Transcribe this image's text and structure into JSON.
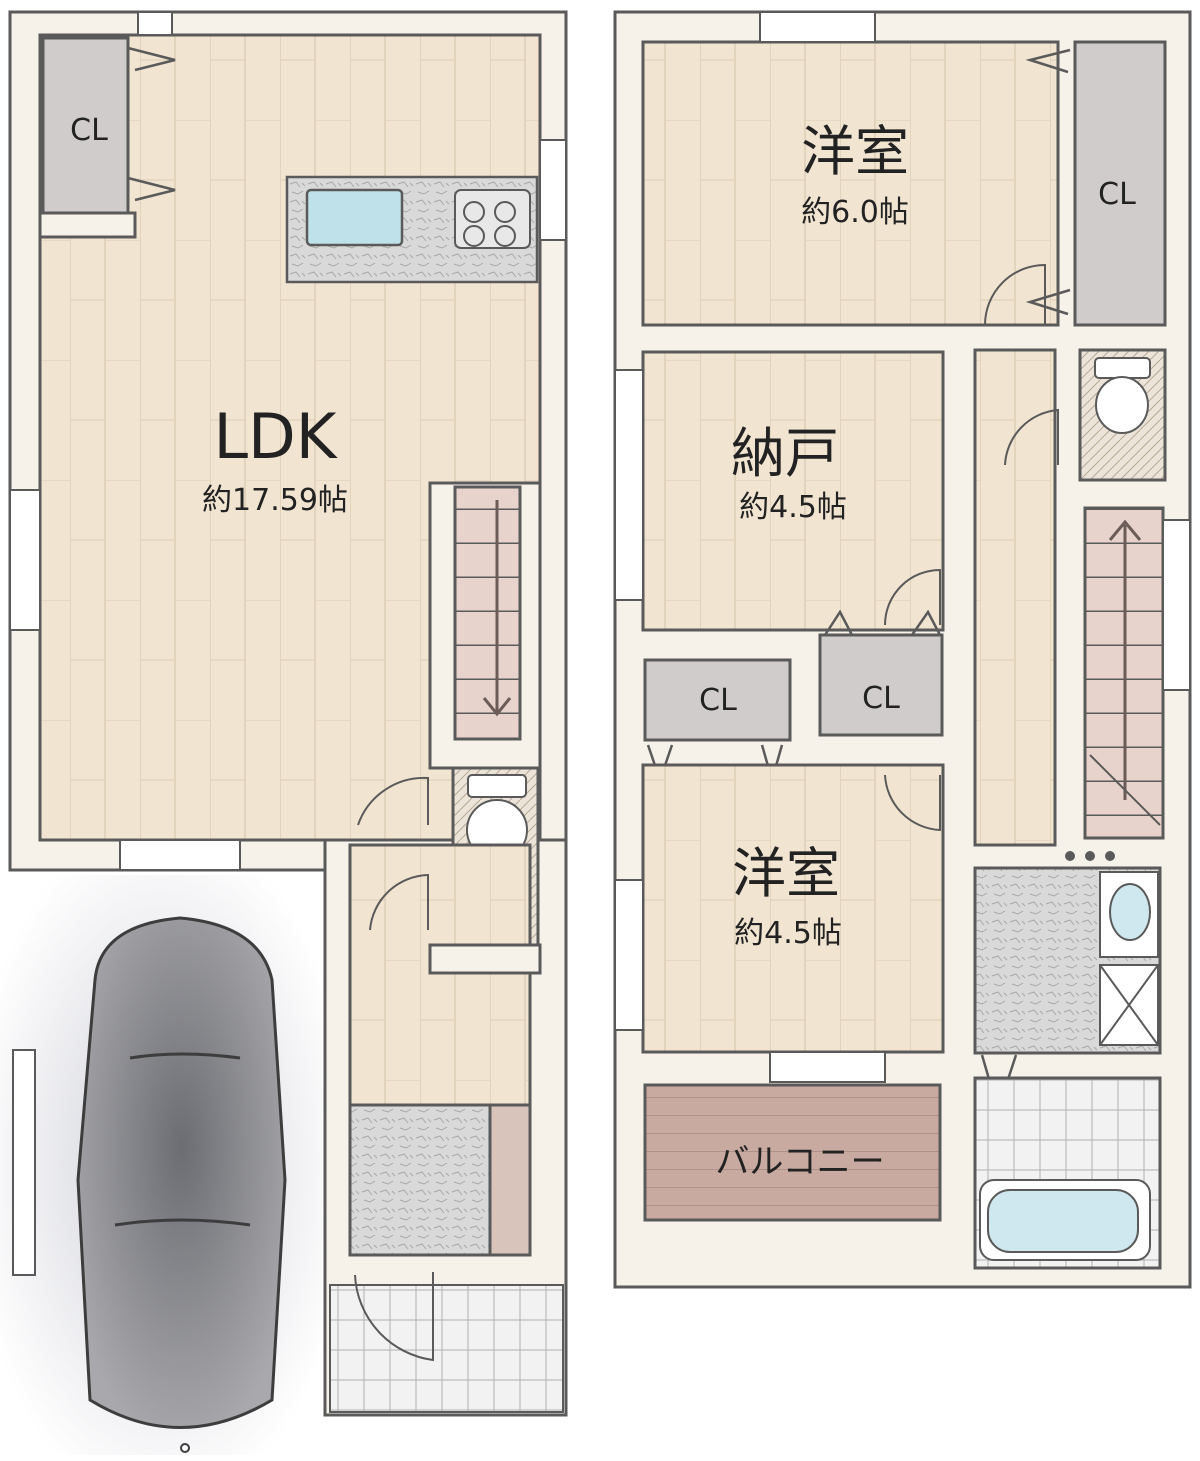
{
  "floors": {
    "first": {
      "ldk": {
        "name": "LDK",
        "size": "約17.59帖"
      },
      "closet": {
        "label": "CL"
      }
    },
    "second": {
      "western_room_upper": {
        "name": "洋室",
        "size": "約6.0帖"
      },
      "storage_room": {
        "name": "納戸",
        "size": "約4.5帖"
      },
      "western_room_lower": {
        "name": "洋室",
        "size": "約4.5帖"
      },
      "balcony": {
        "name": "バルコニー"
      },
      "closets": [
        "CL",
        "CL",
        "CL"
      ]
    }
  },
  "colors": {
    "wall_fill": "#f6f1e9",
    "wall_stroke": "#5a5a5a",
    "floor_wood": "#f1e5d2",
    "closet_fill": "#cfcccb",
    "balcony_fill": "#c8aaa0",
    "carport": "#e9e9ee",
    "car_body": "#8a8a90"
  },
  "icons": [
    "kitchen-sink-icon",
    "stove-icon",
    "toilet-icon",
    "washbasin-icon",
    "washer-pan-icon",
    "bathtub-icon",
    "car-icon",
    "stair-arrow-icon"
  ]
}
